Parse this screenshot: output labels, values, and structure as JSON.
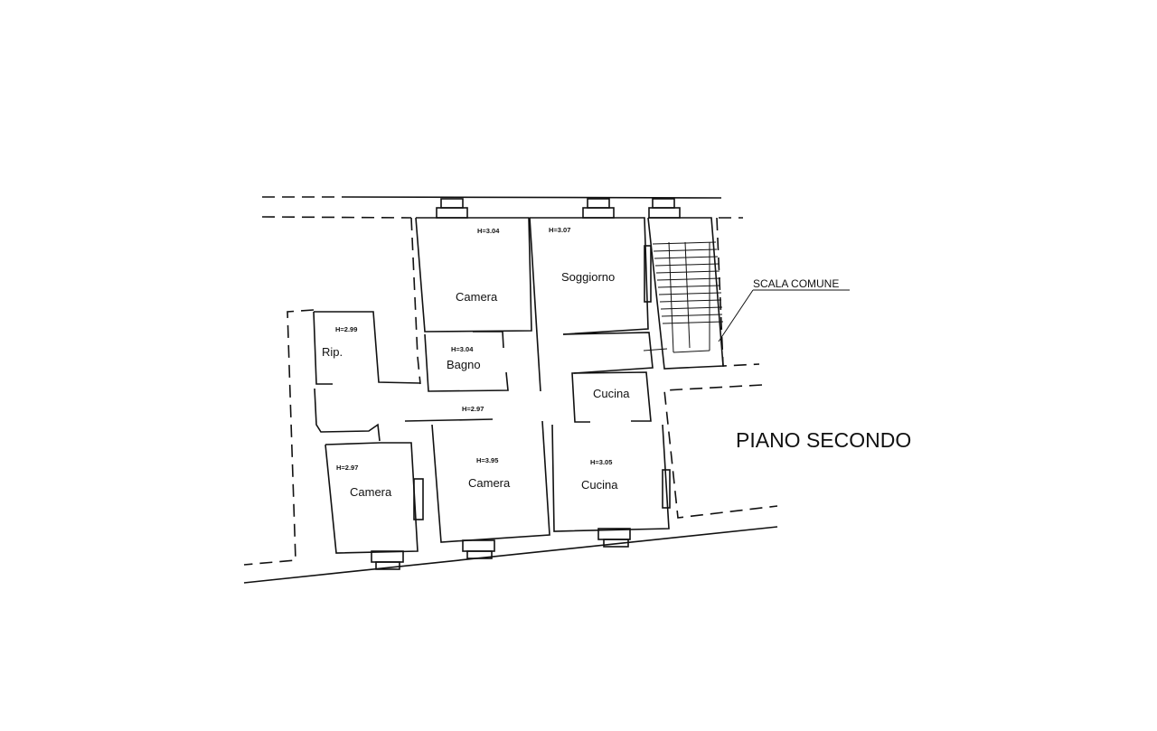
{
  "title": "PIANO SECONDO",
  "stair_label": "SCALA COMUNE",
  "rooms": [
    {
      "name": "Camera",
      "height": "H=3.04"
    },
    {
      "name": "Soggiorno",
      "height": "H=3.07"
    },
    {
      "name": "Rip.",
      "height": "H=2.99"
    },
    {
      "name": "Bagno",
      "height": "H=3.04"
    },
    {
      "name": "Cucina",
      "height": ""
    },
    {
      "name": "Camera",
      "height": "H=2.97"
    },
    {
      "name": "Camera",
      "height": "H=3.95"
    },
    {
      "name": "Cucina",
      "height": "H=3.05"
    }
  ],
  "corridor_height": "H=2.97"
}
